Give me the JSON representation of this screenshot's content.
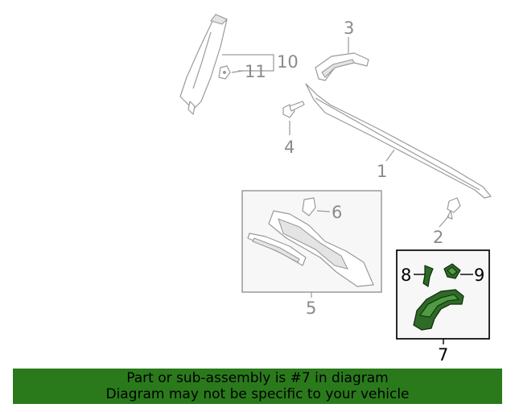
{
  "callouts": {
    "c1": "1",
    "c2": "2",
    "c3": "3",
    "c4": "4",
    "c5": "5",
    "c6": "6",
    "c7": "7",
    "c8": "8",
    "c9": "9",
    "c10": "10",
    "c11": "11"
  },
  "highlight": {
    "part_number": "7",
    "color": "#2e6b26"
  },
  "banner": {
    "line1": "Part or sub-assembly is #7 in diagram",
    "line2": "Diagram may not be specific to your vehicle",
    "background": "#2a7a1c"
  }
}
